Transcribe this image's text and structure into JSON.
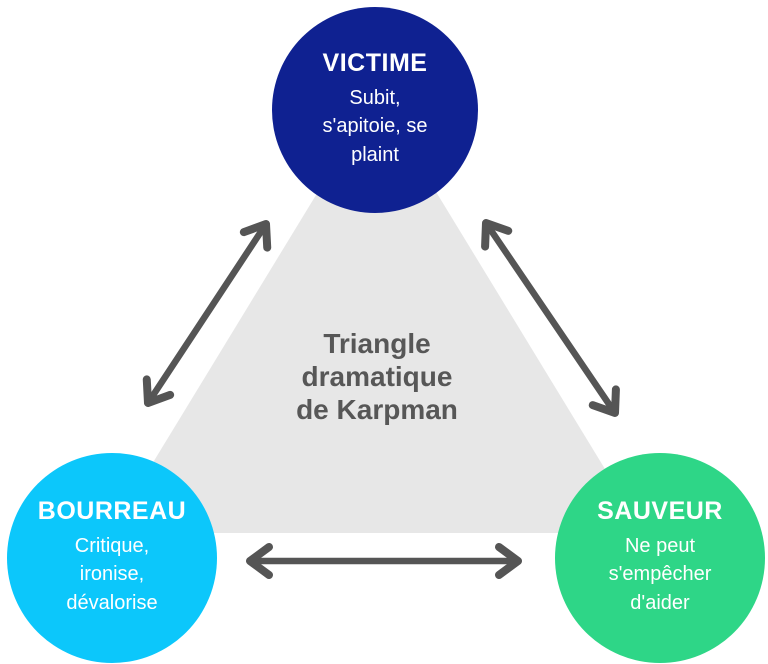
{
  "diagram": {
    "title_lines": [
      "Triangle",
      "dramatique",
      "de Karpman"
    ],
    "nodes": [
      {
        "id": "victime",
        "label": "VICTIME",
        "description_lines": [
          "Subit,",
          "s'apitoie, se",
          "plaint"
        ],
        "color": "#0f2191",
        "position": "top"
      },
      {
        "id": "bourreau",
        "label": "BOURREAU",
        "description_lines": [
          "Critique,",
          "ironise,",
          "dévalorise"
        ],
        "color": "#0cc7fb",
        "position": "bottom-left"
      },
      {
        "id": "sauveur",
        "label": "SAUVEUR",
        "description_lines": [
          "Ne peut",
          "s'empêcher",
          "d'aider"
        ],
        "color": "#2ed687",
        "position": "bottom-right"
      }
    ],
    "colors": {
      "triangle_fill": "#e7e7e7",
      "arrow": "#555555",
      "title_text": "#575757",
      "node_text": "#ffffff",
      "background": "#ffffff"
    }
  }
}
